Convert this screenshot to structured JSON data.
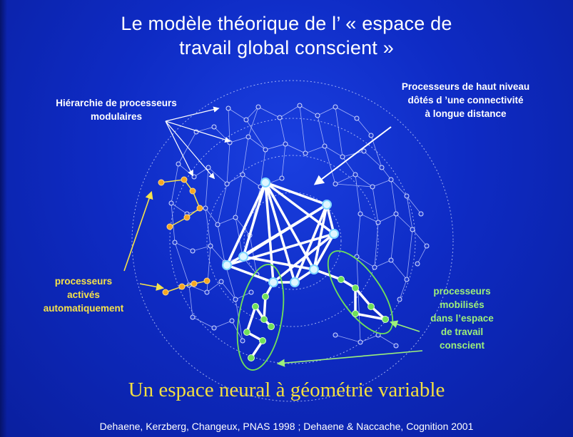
{
  "slide": {
    "title_line1": "Le modèle théorique de l’  « espace de",
    "title_line2": "travail global conscient »",
    "labels": {
      "hierarchy_line1": "Hiérarchie de processeurs",
      "hierarchy_line2": "modulaires",
      "high_level_line1": "Processeurs de haut niveau",
      "high_level_line2": "dôtés d ’une connectivité",
      "high_level_line3": "à longue distance",
      "activated_line1": "processeurs",
      "activated_line2": "activés",
      "activated_line3": "automatiquement",
      "mobilized_line1": "processeurs",
      "mobilized_line2": "mobilisés",
      "mobilized_line3": "dans l’espace",
      "mobilized_line4": "de travail",
      "mobilized_line5": "conscient"
    },
    "subtitle": "Un espace neural à géométrie variable",
    "citation": "Dehaene, Kerzberg, Changeux, PNAS 1998 ; Dehaene & Naccache, Cognition 2001"
  },
  "colors": {
    "background": "#0e2bc4",
    "title_text": "#ffffff",
    "yellow_label": "#f6e24a",
    "green_label": "#9df07a",
    "orange_node": "#f5a623",
    "green_node": "#6fe05a",
    "white_link": "#ffffff"
  }
}
